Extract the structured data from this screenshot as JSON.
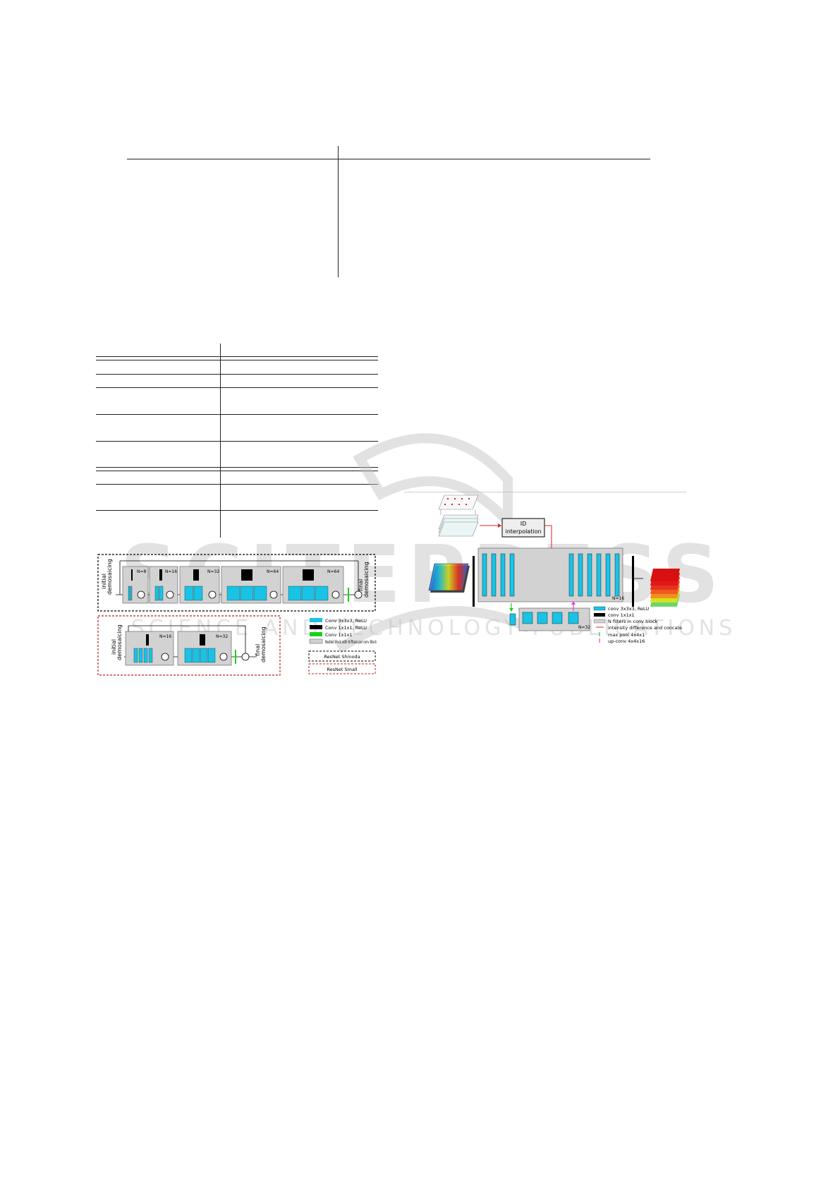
{
  "watermark": {
    "main": "SCITEPRESS",
    "sub": "SCIENCE AND TECHNOLOGY PUBLICATIONS"
  },
  "fig_left": {
    "top_left_label": "initial\ndemosaicing",
    "top_right_label": "final\ndemosaicing",
    "bottom_left_label": "initial\ndemosaicing",
    "bottom_right_label": "final\ndemosaicing",
    "blocks_top": [
      "N=8",
      "N=16",
      "N=32",
      "N=64",
      "N=64"
    ],
    "blocks_bottom": [
      "N=16",
      "N=32"
    ],
    "legend": [
      {
        "label": "Conv 3x3x3, ReLU",
        "color": "#19c3e6"
      },
      {
        "label": "Conv 1x1x1, ReLU",
        "color": "#000000"
      },
      {
        "label": "Conv 1x1x1",
        "color": "#19d219"
      },
      {
        "label": "ResNet Block with N filters per conv Block",
        "color": "#d2d2d2"
      }
    ],
    "box_labels": [
      "ResNet Shinoda",
      "ResNet Small"
    ]
  },
  "fig_right": {
    "interp_label": "ID\ninterpolation",
    "block_big": "N=16",
    "block_small": "N=32",
    "legend": [
      {
        "label": "conv 3x3x3, ReLU",
        "color": "#19c3e6"
      },
      {
        "label": "conv 1x1x1",
        "color": "#000000"
      },
      {
        "label": "N filters in conv block",
        "color": "#d2d2d2"
      },
      {
        "label": "intensity difference and concate",
        "color": "#e02020"
      },
      {
        "label": "max pool 4x4x1",
        "color": "#19d219"
      },
      {
        "label": "up-conv 4x4x16",
        "color": "#e040e0"
      }
    ]
  }
}
